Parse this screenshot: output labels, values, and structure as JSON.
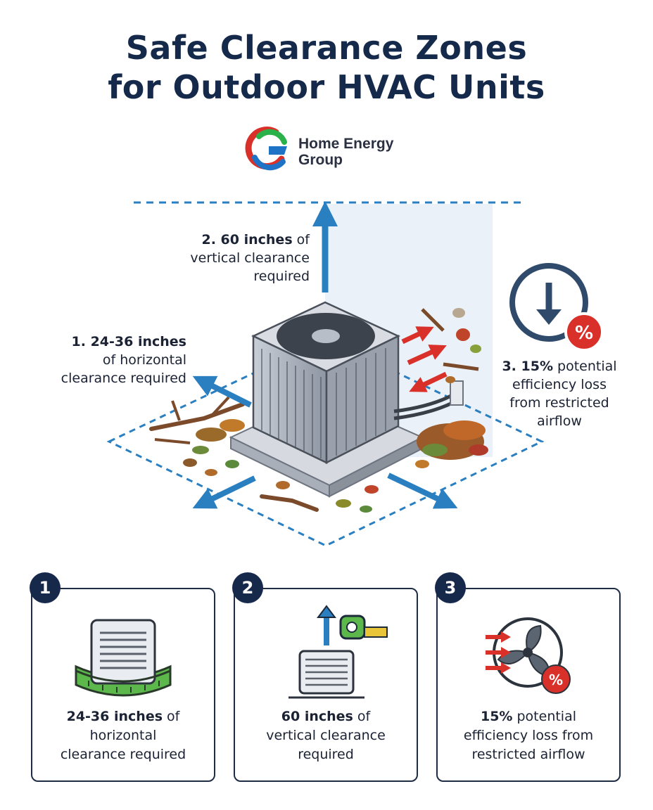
{
  "title": {
    "line1": "Safe Clearance Zones",
    "line2": "for Outdoor HVAC Units"
  },
  "brand": {
    "name_line1": "Home Energy",
    "name_line2": "Group"
  },
  "callouts": [
    {
      "number_bold": "1. 24-36 inches",
      "rest_line1": "of horizontal",
      "rest_line2": "clearance required"
    },
    {
      "number_bold": "2. 60 inches",
      "rest_inline": " of",
      "rest_line1": "vertical clearance",
      "rest_line2": "required"
    },
    {
      "number_bold": "3. 15%",
      "rest_inline": " potential",
      "rest_line1": "efficiency loss",
      "rest_line2": "from restricted",
      "rest_line3": "airflow"
    }
  ],
  "cards": [
    {
      "badge": "1",
      "bold": "24-36 inches",
      "inline": " of",
      "line2": "horizontal",
      "line3": "clearance required"
    },
    {
      "badge": "2",
      "bold": "60 inches",
      "inline": " of",
      "line2": "vertical clearance",
      "line3": "required"
    },
    {
      "badge": "3",
      "bold": "15%",
      "inline": " potential",
      "line2": "efficiency loss from",
      "line3": "restricted airflow"
    }
  ],
  "icons": {
    "percent_symbol": "%"
  },
  "colors": {
    "navy": "#15294a",
    "blue": "#2a7fc1",
    "red": "#d9302a",
    "green": "#5cb84a"
  }
}
